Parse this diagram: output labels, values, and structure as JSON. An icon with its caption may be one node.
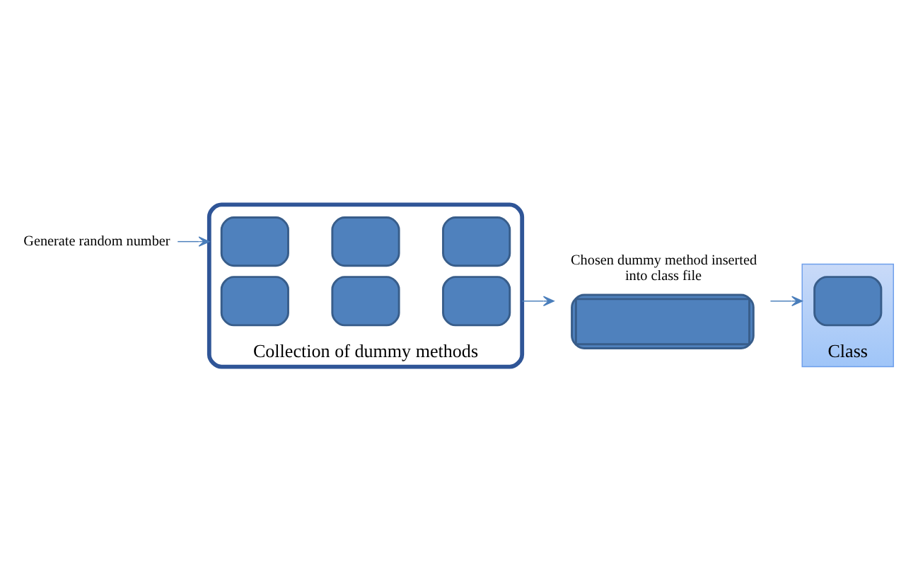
{
  "diagram": {
    "nodes": [
      {
        "text": [
          "Generate random number"
        ]
      },
      {
        "text": [
          "Collection of dummy methods"
        ]
      },
      {
        "text": [],
        "shape": "box",
        "in": 1
      },
      {
        "text": [],
        "shape": "box",
        "in": 1
      },
      {
        "text": [],
        "shape": "box",
        "in": 1
      },
      {
        "text": [],
        "shape": "box",
        "in": 1
      },
      {
        "text": [],
        "shape": "box",
        "in": 1
      },
      {
        "text": [],
        "shape": "box",
        "in": 1
      },
      {
        "text": [],
        "shape": "box",
        "beside": [
          "Chosen dummy method inserted into class file"
        ]
      },
      {
        "text": [
          "Class"
        ]
      },
      {
        "text": [],
        "shape": "box",
        "in": 9
      }
    ],
    "edges": [
      {
        "from": 0,
        "to": 1,
        "arrow": "to"
      },
      {
        "from": 1,
        "to": 8,
        "arrow": "to"
      },
      {
        "from": 8,
        "to": 9,
        "arrow": "to"
      }
    ]
  }
}
